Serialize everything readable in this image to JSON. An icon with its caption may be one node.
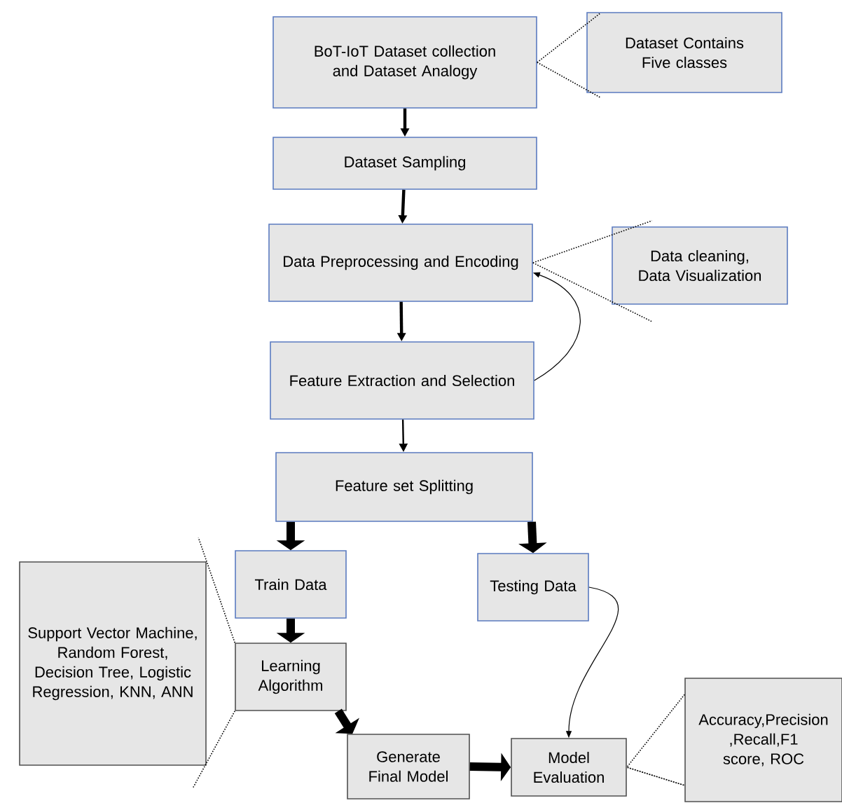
{
  "diagram": {
    "nodes": [
      {
        "text": [
          "BoT-IoT Dataset collection and Dataset Analogy"
        ]
      },
      {
        "text": [
          "Dataset Contains Five classes"
        ]
      },
      {
        "text": [
          "Dataset Sampling"
        ]
      },
      {
        "text": [
          "Data Preprocessing and Encoding"
        ]
      },
      {
        "text": [
          "Data cleaning, Data Visualization"
        ]
      },
      {
        "text": [
          "Feature Extraction and Selection"
        ]
      },
      {
        "text": [
          "Feature set Splitting"
        ]
      },
      {
        "text": [
          "Train Data"
        ]
      },
      {
        "text": [
          "Testing Data"
        ]
      },
      {
        "text": [
          "Support Vector Machine, Random Forest, Decision Tree, Logistic Regression, KNN, ANN"
        ]
      },
      {
        "text": [
          "Learning Algorithm"
        ]
      },
      {
        "text": [
          "Generate Final Model"
        ]
      },
      {
        "text": [
          "Model Evaluation"
        ]
      },
      {
        "text": [
          "Accuracy,Precision ,Recall,F1 score, ROC"
        ]
      }
    ],
    "edges": [
      {
        "from": 0,
        "to": 2,
        "arrow": "to"
      },
      {
        "from": 1,
        "to": 0,
        "arrow": "none",
        "style": "dashed"
      },
      {
        "from": 2,
        "to": 3,
        "arrow": "to"
      },
      {
        "from": 4,
        "to": 3,
        "arrow": "none",
        "style": "dashed"
      },
      {
        "from": 3,
        "to": 5,
        "arrow": "to"
      },
      {
        "from": 5,
        "to": 3,
        "arrow": "to"
      },
      {
        "from": 5,
        "to": 6,
        "arrow": "to"
      },
      {
        "from": 6,
        "to": 7,
        "arrow": "to",
        "style": "thick"
      },
      {
        "from": 6,
        "to": 8,
        "arrow": "to",
        "style": "thick"
      },
      {
        "from": 7,
        "to": 10,
        "arrow": "to",
        "style": "thick"
      },
      {
        "from": 9,
        "to": 10,
        "arrow": "none",
        "style": "dashed"
      },
      {
        "from": 10,
        "to": 11,
        "arrow": "to",
        "style": "thick"
      },
      {
        "from": 11,
        "to": 12,
        "arrow": "to",
        "style": "thick"
      },
      {
        "from": 8,
        "to": 12,
        "arrow": "to"
      },
      {
        "from": 13,
        "to": 12,
        "arrow": "none",
        "style": "dashed"
      }
    ]
  }
}
